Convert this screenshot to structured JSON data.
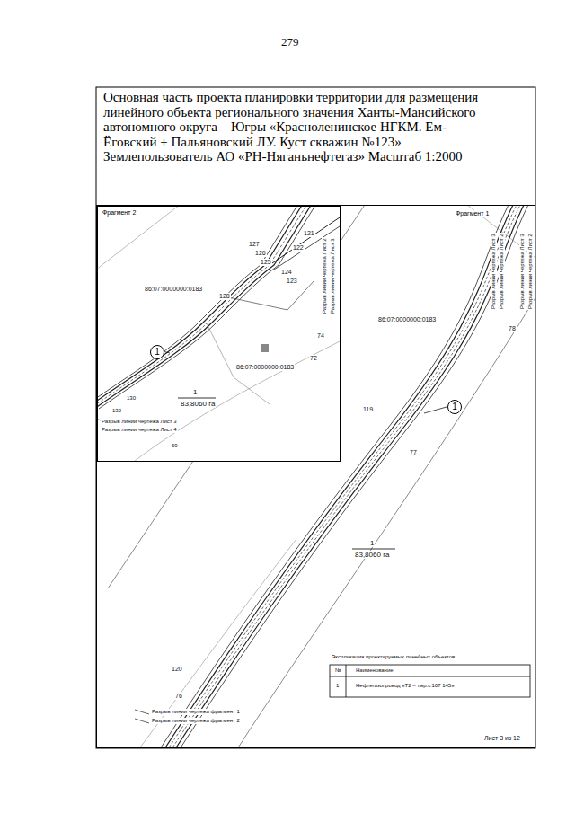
{
  "diagram": {
    "title": "Основная часть проекта планировки территории для размещения линейного объекта регионального значения Ханты-Мансийского автономного округа – Югры «Красноленинское НГКМ. Ем-Ёговский + Пальяновский ЛУ. Куст скважин №123» Землепользователь АО «РН-Няганьнефтегаз» Масштаб 1:2000",
    "nodes": [
      {
        "text": [
          "Фрагмент 1"
        ]
      },
      {
        "text": [
          "Фрагмент 2"
        ],
        "in": 0
      },
      {
        "text": [
          "1"
        ],
        "in": 1
      },
      {
        "text": [
          "1"
        ],
        "in": 0
      }
    ],
    "labels": [
      "279",
      "127",
      "126",
      "125",
      "124",
      "123",
      "128",
      "121",
      "122",
      "86:07:0000000:0183",
      "86:07:0000000:0183",
      "74",
      "72",
      "1",
      "83,8060 га",
      "130",
      "132",
      "69",
      "Разрыв линии чертежа Лист 3",
      "Разрыв линии чертежа Лист 4",
      "Разрыв линии чертежа Лист 2",
      "Разрыв линии чертежа Лист 3",
      "Разрыв линии чертежа Лист 3",
      "Разрыв линии чертежа Лист 2",
      "Разрыв линии чертежа Лист 3",
      "Разрыв линии чертежа Лист 2",
      "86:07:0000000:0183",
      "78",
      "119",
      "77",
      "1",
      "83,8060 га",
      "120",
      "76",
      "Экспликация проектируемых линейных объектов",
      "№",
      "Наименование",
      "1",
      "Нефтегазопровод «Т2 – т.вр.к.107 145»",
      "Разрыв линии чертежа фрагмент 1",
      "Разрыв линии чертежа фрагмент 2",
      "Лист 3 из 12"
    ]
  }
}
